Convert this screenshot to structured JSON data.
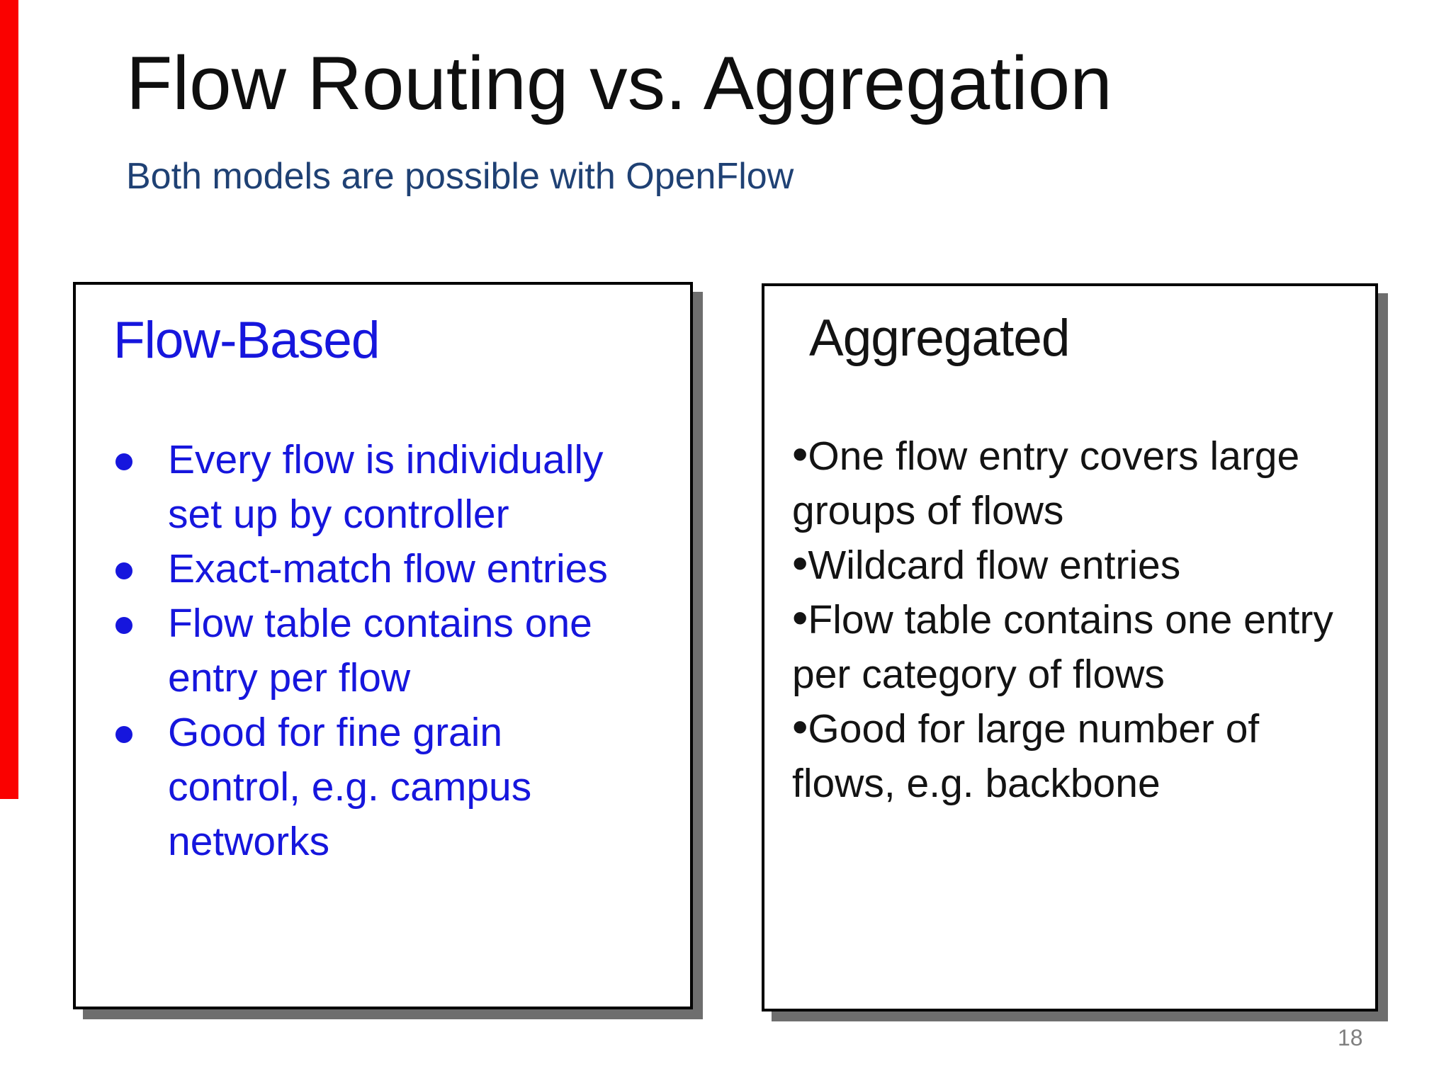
{
  "colors": {
    "accent_bar": "#fa0100",
    "title_text": "#0f0f0f",
    "subtitle_text": "#1f4174",
    "flow_based_blue": "#1616dd",
    "body_text": "#131313",
    "panel_border": "#000000",
    "panel_shadow": "#6e6e6e",
    "page_number_gray": "#7f7f7f"
  },
  "slide": {
    "title": "Flow Routing vs. Aggregation",
    "subtitle": "Both models are possible with OpenFlow",
    "page_number": "18"
  },
  "left_panel": {
    "heading": "Flow-Based",
    "bullets": [
      {
        "lines": [
          "Every flow is individually",
          "set up by controller"
        ]
      },
      {
        "lines": [
          "Exact-match flow entries"
        ]
      },
      {
        "lines": [
          "Flow table contains one",
          "entry per flow"
        ]
      },
      {
        "lines": [
          "Good for fine grain",
          "control, e.g. campus",
          "networks"
        ]
      }
    ]
  },
  "right_panel": {
    "heading": "Aggregated",
    "bullet_char": "•",
    "bullets": [
      {
        "lines": [
          "One flow entry covers large",
          "groups of flows"
        ]
      },
      {
        "lines": [
          "Wildcard flow entries"
        ]
      },
      {
        "lines": [
          "Flow table contains one entry",
          "per category of flows"
        ]
      },
      {
        "lines": [
          "Good for large number of",
          "flows, e.g. backbone"
        ]
      }
    ]
  }
}
